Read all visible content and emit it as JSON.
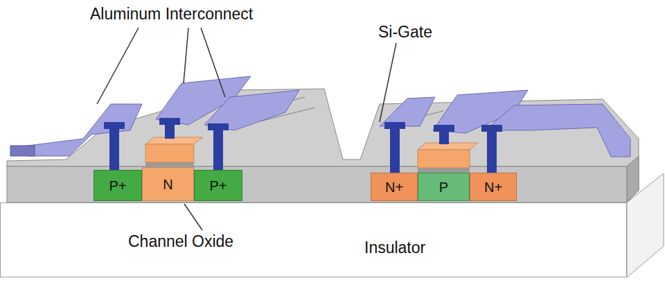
{
  "diagram": {
    "nodes": [
      {
        "text": [
          "P+"
        ]
      },
      {
        "text": [
          "N"
        ]
      },
      {
        "text": [
          "P+"
        ]
      },
      {
        "text": [
          "N+"
        ]
      },
      {
        "text": [
          "P"
        ]
      },
      {
        "text": [
          "N+"
        ]
      },
      {
        "text": [
          "Insulator"
        ]
      }
    ],
    "labels": [
      "Aluminum Interconnect",
      "Si-Gate",
      "Channel Oxide"
    ]
  }
}
